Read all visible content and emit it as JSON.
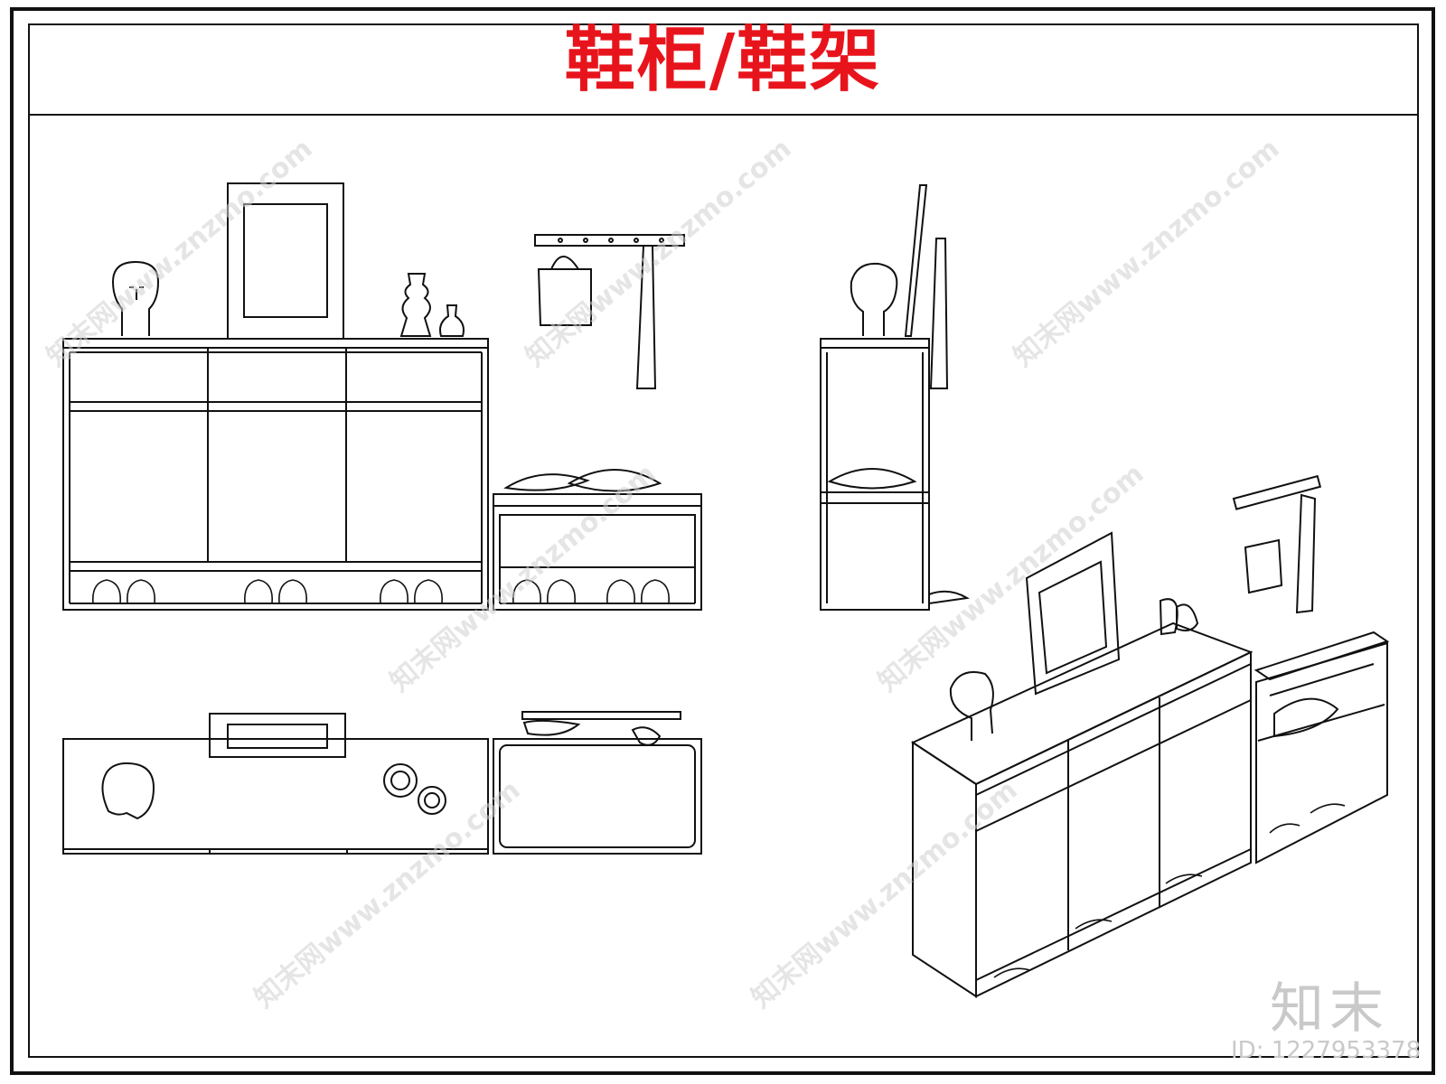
{
  "title": "鞋柜/鞋架",
  "colors": {
    "title": "#e8141c",
    "line": "#111111",
    "watermark": "#d0d0d0"
  },
  "watermark": {
    "site": "知末网www.znzmo.com",
    "logo": "知末",
    "id_text": "ID: 1227953378"
  },
  "views": [
    "front-elevation",
    "side-elevation",
    "plan-view",
    "isometric-view"
  ]
}
